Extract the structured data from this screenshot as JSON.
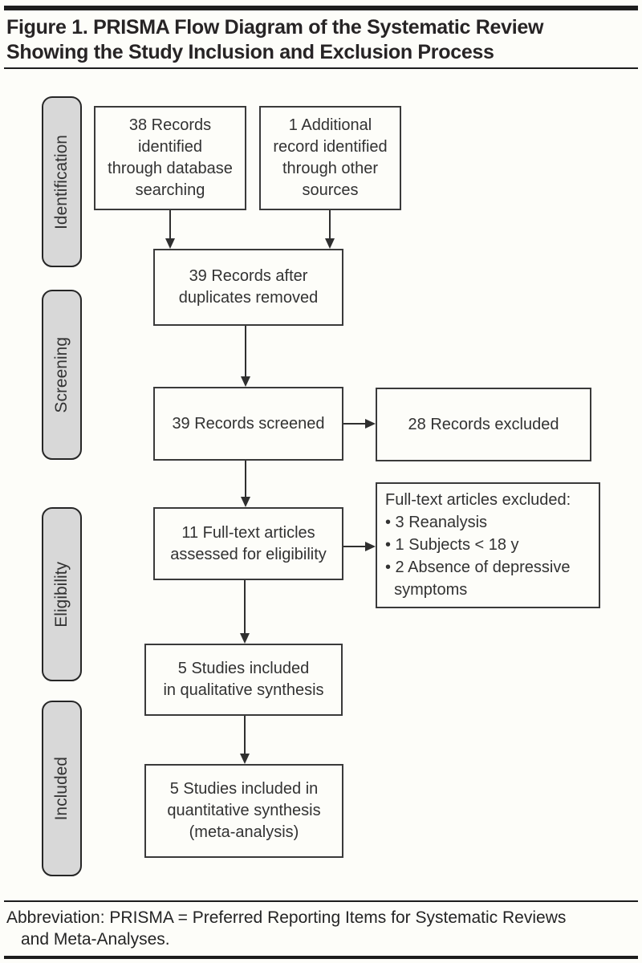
{
  "figure": {
    "title_line1": "Figure 1. PRISMA Flow Diagram of the Systematic Review",
    "title_line2": "Showing the Study Inclusion and Exclusion Process"
  },
  "stages": {
    "identification": "Identification",
    "screening": "Screening",
    "eligibility": "Eligibility",
    "included": "Included"
  },
  "boxes": {
    "db_records": "38 Records\nidentified\nthrough database\nsearching",
    "other_records": "1 Additional\nrecord identified\nthrough other\nsources",
    "after_duplicates": "39 Records after\nduplicates removed",
    "screened": "39 Records screened",
    "records_excluded": "28 Records excluded",
    "fulltext_assessed": "11 Full-text articles\nassessed for eligibility",
    "fulltext_excluded": "Full-text articles excluded:\n• 3 Reanalysis\n• 1 Subjects < 18 y\n• 2 Absence of depressive\n  symptoms",
    "qualitative": "5 Studies included\nin qualitative synthesis",
    "quantitative": "5 Studies included in\nquantitative synthesis\n(meta-analysis)"
  },
  "footer": {
    "line1": "Abbreviation: PRISMA = Preferred Reporting Items for Systematic Reviews",
    "line2": "and Meta-Analyses."
  },
  "colors": {
    "box_border": "#3a3a3a",
    "stage_fill": "#d8d8d8",
    "rule": "#1d1d1d",
    "text": "#323232"
  }
}
